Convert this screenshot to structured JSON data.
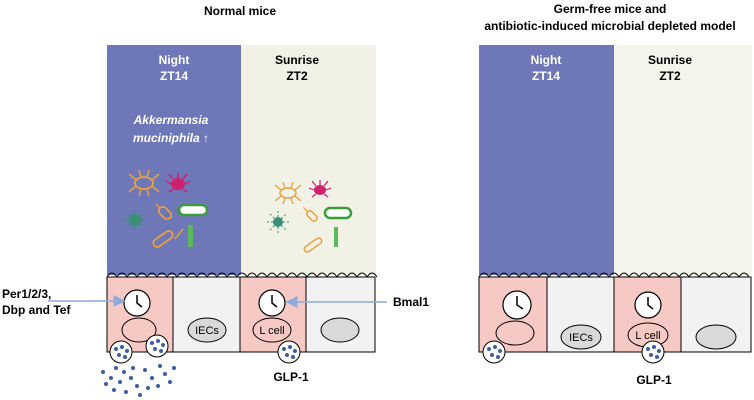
{
  "left_panel": {
    "title": "Normal mice",
    "night": {
      "label": "Night",
      "zt": "ZT14",
      "bg": "#6e77b8"
    },
    "sunrise": {
      "label": "Sunrise",
      "zt": "ZT2",
      "bg": "#f1f1e6"
    },
    "bacteria_label_line1": "Akkermansia",
    "bacteria_label_line2": "muciniphila ↑",
    "clock_genes_line1": "Per1/2/3,",
    "clock_genes_line2": "Dbp and Tef",
    "bmal_label": "Bmal1",
    "iec_label": "IECs",
    "lcell_label": "L cell",
    "glp_label": "GLP-1"
  },
  "right_panel": {
    "title_line1": "Germ-free mice and",
    "title_line2": "antibiotic-induced microbial depleted model",
    "night": {
      "label": "Night",
      "zt": "ZT14",
      "bg": "#6e77b8"
    },
    "sunrise": {
      "label": "Sunrise",
      "zt": "ZT2",
      "bg": "#f4f4ea"
    },
    "iec_label": "IECs",
    "lcell_label": "L cell",
    "glp_label": "GLP-1"
  },
  "colors": {
    "cell_pink": "#f6c9c4",
    "cell_grey": "#f2f2f2",
    "nucleus_grey": "#d9d9d9",
    "granule_blue": "#3b5fa6",
    "arrow_blue": "#8eaadb"
  }
}
